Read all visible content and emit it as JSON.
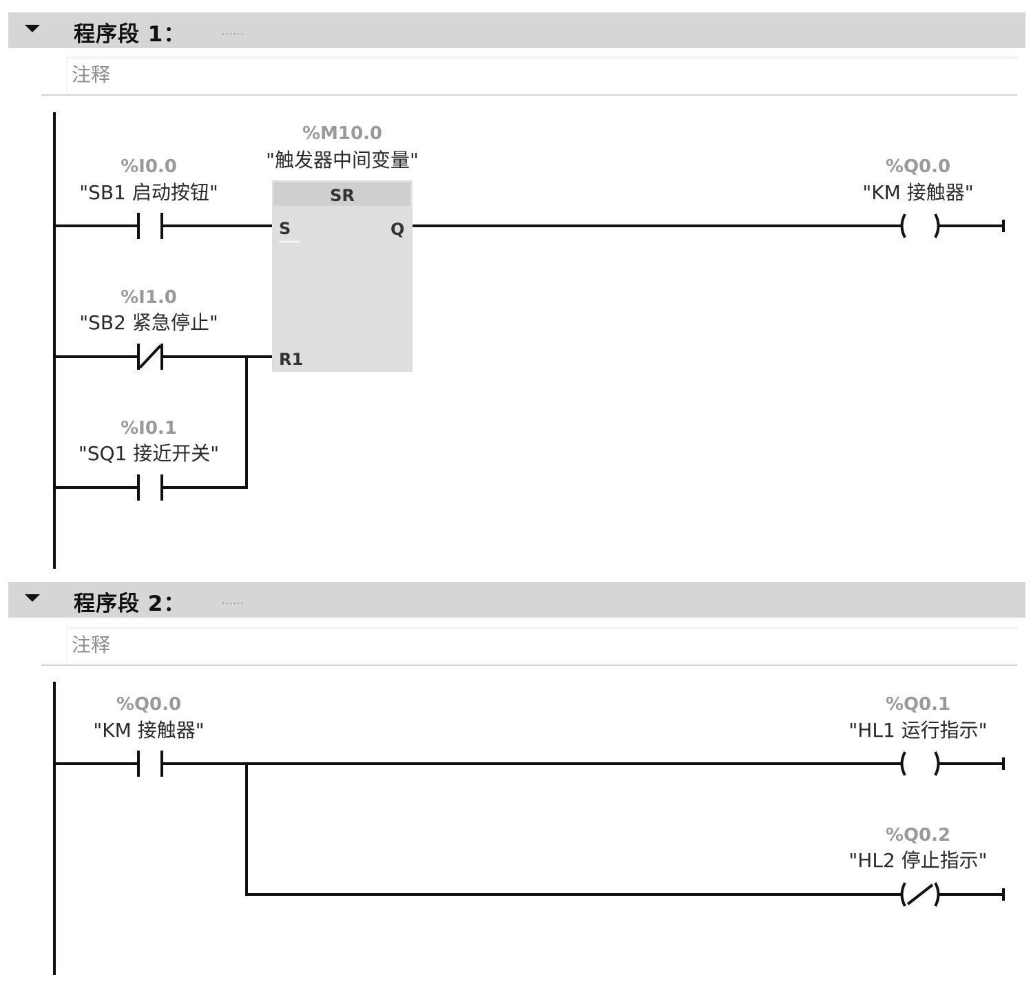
{
  "networks": [
    {
      "title": "程序段 1：",
      "title_suffix": "......",
      "comment": "注释",
      "elements": {
        "sb1": {
          "type": "NO-contact",
          "address": "%I0.0",
          "symbol": "\"SB1 启动按钮\""
        },
        "sb2": {
          "type": "NC-contact",
          "address": "%I1.0",
          "symbol": "\"SB2 紧急停止\""
        },
        "sq1": {
          "type": "NO-contact",
          "address": "%I0.1",
          "symbol": "\"SQ1 接近开关\""
        },
        "sr": {
          "type": "SR-flipflop",
          "address": "%M10.0",
          "symbol": "\"触发器中间变量\"",
          "box_title": "SR",
          "pin_s": "S",
          "pin_r": "R1",
          "pin_q": "Q"
        },
        "km": {
          "type": "coil",
          "address": "%Q0.0",
          "symbol": "\"KM 接触器\""
        }
      }
    },
    {
      "title": "程序段 2：",
      "title_suffix": "......",
      "comment": "注释",
      "elements": {
        "km_contact": {
          "type": "NO-contact",
          "address": "%Q0.0",
          "symbol": "\"KM 接触器\""
        },
        "hl1": {
          "type": "coil",
          "address": "%Q0.1",
          "symbol": "\"HL1 运行指示\""
        },
        "hl2": {
          "type": "negated-coil",
          "address": "%Q0.2",
          "symbol": "\"HL2 停止指示\""
        }
      }
    }
  ],
  "colors": {
    "header_bg": "#d6d6d6",
    "box_bg": "#dedede",
    "box_title_bg": "#cfcfcf",
    "wire": "#111111",
    "address_text": "#9a9a9a"
  },
  "icons": {
    "collapse": "triangle-down-icon"
  }
}
